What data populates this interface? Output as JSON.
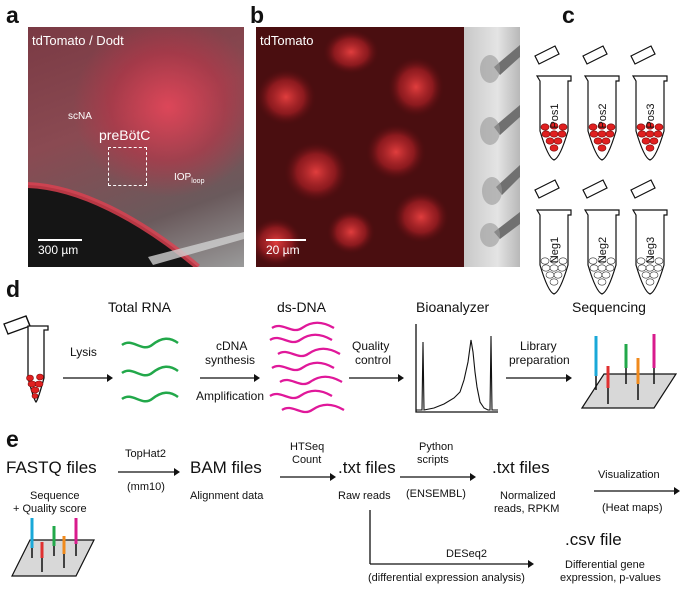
{
  "panels": {
    "a": {
      "letter": "a",
      "title": "tdTomato / Dodt",
      "label_scna": "scNA",
      "label_prebotc": "preBötC",
      "label_iop": "IOP",
      "label_iop_sub": "loop",
      "scalebar": "300 µm"
    },
    "b": {
      "letter": "b",
      "title": "tdTomato",
      "scalebar": "20 µm"
    },
    "c": {
      "letter": "c",
      "tubes_pos": [
        "Pos1",
        "Pos2",
        "Pos3"
      ],
      "tubes_neg": [
        "Neg1",
        "Neg2",
        "Neg3"
      ]
    },
    "d": {
      "letter": "d",
      "steps": [
        "Total RNA",
        "ds-DNA",
        "Bioanalyzer",
        "Sequencing"
      ],
      "arrow_lysis": "Lysis",
      "arrow_cdna_1": "cDNA",
      "arrow_cdna_2": "synthesis",
      "arrow_amplification": "Amplification",
      "arrow_quality_1": "Quality",
      "arrow_quality_2": "control",
      "arrow_library_1": "Library",
      "arrow_library_2": "preparation"
    },
    "e": {
      "letter": "e",
      "fastq": "FASTQ files",
      "fastq_sub1": "Sequence",
      "fastq_sub2": "+ Quality score",
      "tophat": "TopHat2",
      "tophat_sub": "(mm10)",
      "bam": "BAM files",
      "bam_sub": "Alignment data",
      "htseq1": "HTSeq",
      "htseq2": "Count",
      "txt1": ".txt files",
      "txt1_sub": "Raw reads",
      "python1": "Python",
      "python2": "scripts",
      "python_sub": "(ENSEMBL)",
      "txt2": ".txt files",
      "txt2_sub1": "Normalized",
      "txt2_sub2": "reads, RPKM",
      "visualization": "Visualization",
      "visualization_sub": "(Heat maps)",
      "deseq": "DESeq2",
      "deseq_sub": "(differential expression analysis)",
      "csv": ".csv file",
      "csv_sub1": "Differential gene",
      "csv_sub2": "expression, p-values"
    }
  },
  "colors": {
    "rna_green": "#22a84a",
    "dna_magenta": "#e0189a",
    "cell_red": "#e02020",
    "read_cyan": "#1aa8d8",
    "read_green": "#22a84a",
    "read_orange": "#f08a1c",
    "read_magenta": "#d81b8c",
    "read_red": "#e03030"
  }
}
